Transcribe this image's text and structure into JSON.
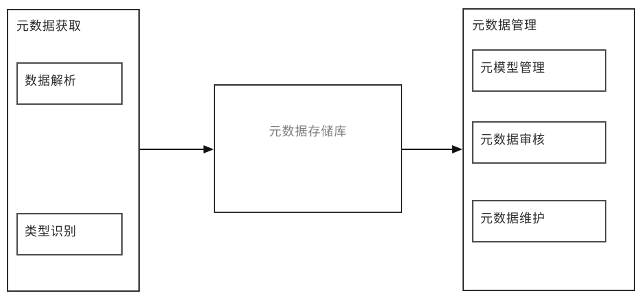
{
  "diagram": {
    "left_panel": {
      "title": "元数据获取",
      "items": [
        {
          "label": "数据解析"
        },
        {
          "label": "类型识别"
        }
      ]
    },
    "center_box": {
      "label": "元数据存储库"
    },
    "right_panel": {
      "title": "元数据管理",
      "items": [
        {
          "label": "元模型管理"
        },
        {
          "label": "元数据审核"
        },
        {
          "label": "元数据维护"
        }
      ]
    },
    "colors": {
      "background": "#ffffff",
      "border": "#2f2f2f",
      "inner_border": "#4a4a4a",
      "text": "#2b2b2b",
      "center_text": "#7d7d7d",
      "arrow": "#111111"
    }
  }
}
